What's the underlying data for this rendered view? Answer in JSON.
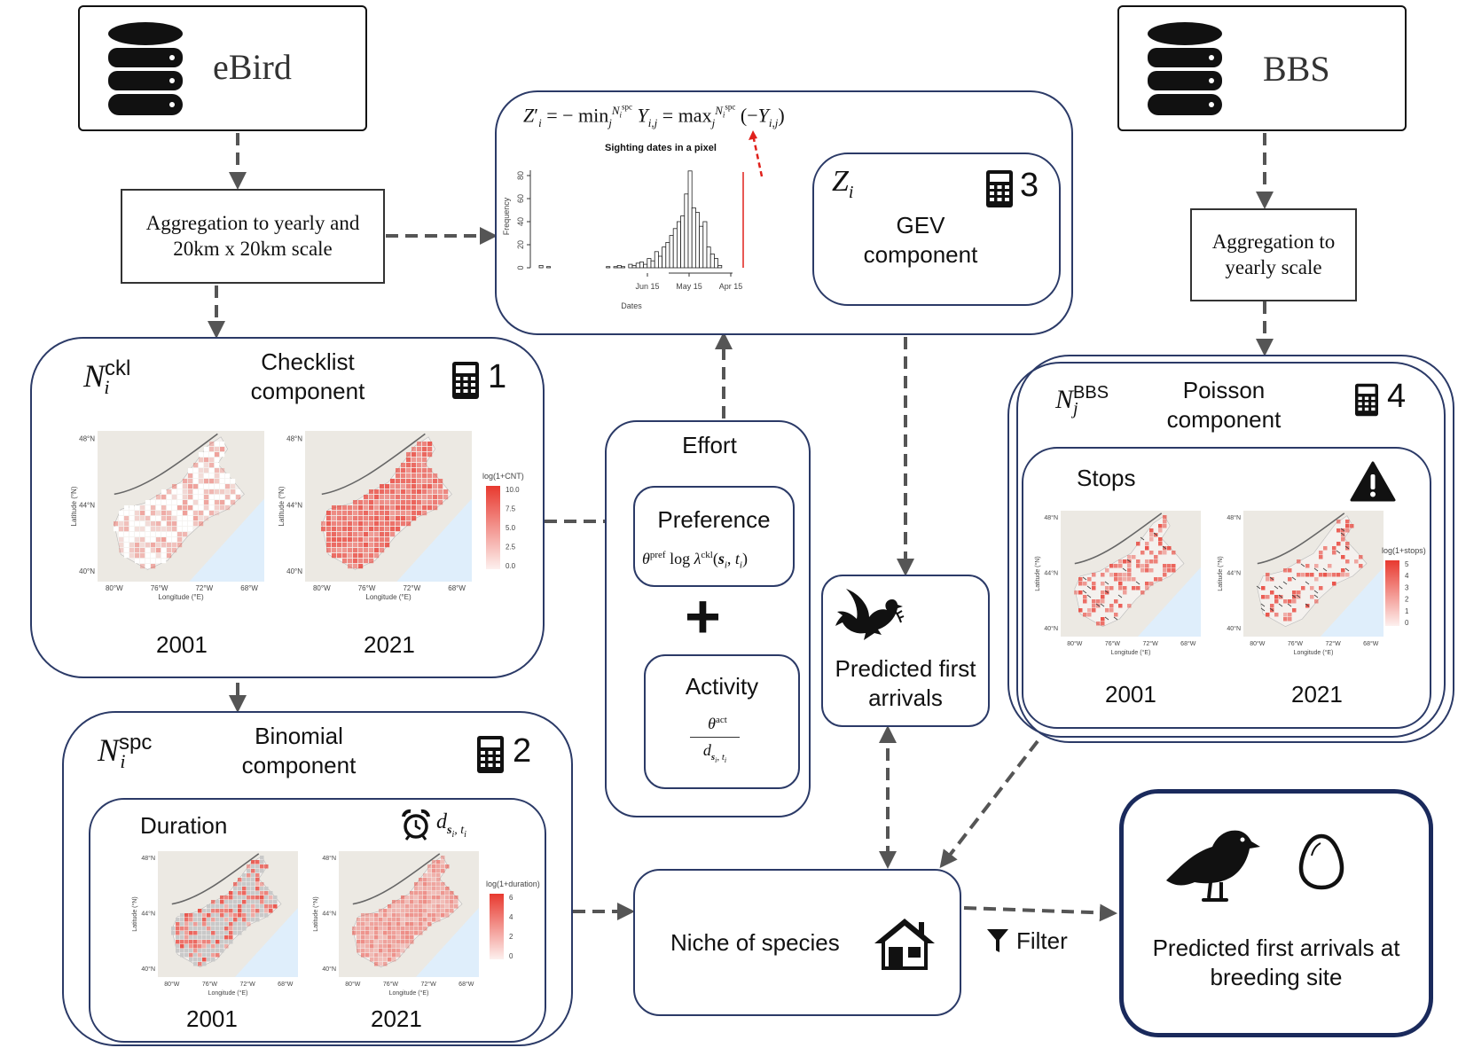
{
  "sources": {
    "ebird": {
      "title": "eBird"
    },
    "bbs": {
      "title": "BBS"
    }
  },
  "aggregation": {
    "ebird": {
      "line1": "Aggregation to yearly and",
      "line2": "20km x 20km scale"
    },
    "bbs": {
      "line1": "Aggregation to",
      "line2": "yearly scale"
    }
  },
  "gev_panel": {
    "formula_text": "Z′i = − min_j^{N_i^spc} Y_{i,j} = max_j^{N_i^spc} (−Y_{i,j})",
    "hist_title": "Sighting dates in a pixel",
    "y_label": "Frequency",
    "x_label": "Dates",
    "y_ticks": [
      "0",
      "20",
      "40",
      "60",
      "80"
    ],
    "x_ticks": [
      "Jun 15",
      "May 15",
      "Apr 15"
    ],
    "box": {
      "symbol": "Z",
      "symbol_sub": "i",
      "line1": "GEV",
      "line2": "component",
      "number": "3"
    }
  },
  "checklist": {
    "symbol": "N",
    "sup": "ckl",
    "sub": "i",
    "line1": "Checklist",
    "line2": "component",
    "number": "1",
    "legend_title": "log(1+CNT)",
    "legend_ticks": [
      "10.0",
      "7.5",
      "5.0",
      "2.5",
      "0.0"
    ],
    "years": [
      "2001",
      "2021"
    ]
  },
  "binomial": {
    "symbol": "N",
    "sup": "spc",
    "sub": "i",
    "line1": "Binomial",
    "line2": "component",
    "number": "2",
    "inner_title": "Duration",
    "duration_symbol": "d",
    "legend_title": "log(1+duration)",
    "legend_ticks": [
      "6",
      "4",
      "2",
      "0"
    ],
    "years": [
      "2001",
      "2021"
    ]
  },
  "poisson": {
    "symbol": "N",
    "sup": "BBS",
    "sub": "j",
    "line1": "Poisson",
    "line2": "component",
    "number": "4",
    "inner_title": "Stops",
    "legend_title": "log(1+stops)",
    "legend_ticks": [
      "5",
      "4",
      "3",
      "2",
      "1",
      "0"
    ],
    "years": [
      "2001",
      "2021"
    ]
  },
  "map_axes": {
    "lat_ticks": [
      "48°N",
      "44°N",
      "40°N"
    ],
    "lon_ticks": [
      "80°W",
      "76°W",
      "72°W",
      "68°W"
    ],
    "xlabel": "Longitude (°E)",
    "ylabel": "Latitude (°N)"
  },
  "effort": {
    "title": "Effort",
    "preference": {
      "label": "Preference"
    },
    "plus": "+",
    "activity": {
      "label": "Activity"
    }
  },
  "predicted": {
    "line1": "Predicted first",
    "line2": "arrivals"
  },
  "niche": {
    "label": "Niche of species"
  },
  "filter": {
    "label": "Filter"
  },
  "final": {
    "line1": "Predicted first arrivals at",
    "line2": "breeding site"
  },
  "colors": {
    "box_border": "#2b3a67",
    "arrow": "#555555",
    "heat": "#e8392f",
    "red_arrow": "#e0201b"
  }
}
